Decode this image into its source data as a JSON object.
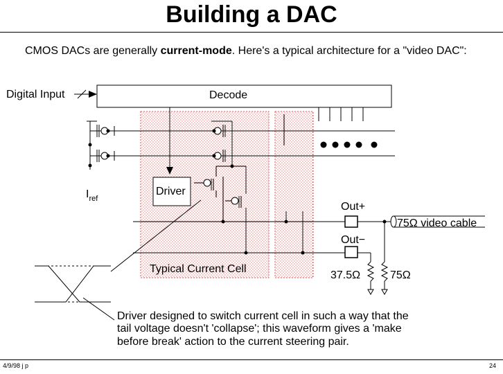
{
  "slide": {
    "title": "Building a DAC",
    "intro_prefix": "CMOS DACs are generally ",
    "intro_bold": "current-mode",
    "intro_suffix": ".  Here's a typical architecture for a \"video DAC\":",
    "footer_left": "4/9/98 j p",
    "footer_right": "24"
  },
  "diagram": {
    "digital_input": "Digital Input",
    "decode": "Decode",
    "driver": "Driver",
    "iref_main": "I",
    "iref_sub": "ref",
    "out_plus": "Out+",
    "out_minus": "Out−",
    "cable": "75Ω video cable",
    "typical_cell": "Typical Current Cell",
    "r1": "37.5Ω",
    "r2": "75Ω",
    "caption_1": "Driver designed to switch current cell in such a way that the",
    "caption_2": "tail voltage doesn't 'collapse'; this waveform gives a 'make",
    "caption_3": "before break' action to the current steering pair.",
    "colors": {
      "cell_dots": "#e05050",
      "ink": "#000000"
    }
  }
}
